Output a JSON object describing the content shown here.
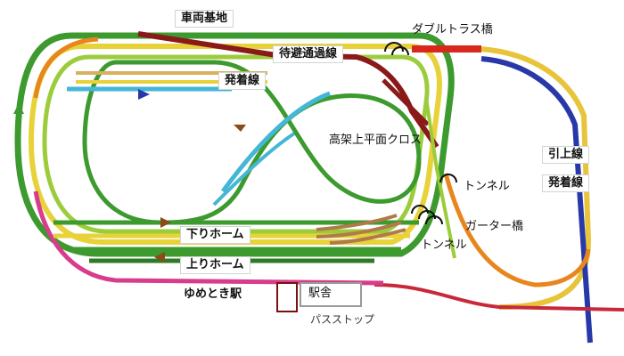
{
  "labels": {
    "depot": "車両基地",
    "passing_track": "待避通過線",
    "departure_track_left": "発着線",
    "double_truss_bridge": "ダブルトラス橋",
    "elevated_crossing": "高架上平面クロス",
    "tunnel_upper": "トンネル",
    "girder_bridge": "ガーター橋",
    "tunnel_lower": "トンネル",
    "down_platform": "下りホーム",
    "up_platform": "上りホーム",
    "station_name": "ゆめとき駅",
    "station_building": "駅舎",
    "bus_stop": "パスストップ",
    "headshunt": "引上線",
    "departure_track_right": "発着線"
  },
  "colors": {
    "green": "#3c9a2e",
    "light_green": "#9ccc3c",
    "yellow": "#e8d23a",
    "orange": "#e8861e",
    "red": "#d8281e",
    "dark_red": "#8a1a1a",
    "blue": "#2838a8",
    "cyan": "#44b6d6",
    "pink": "#d83c8c",
    "brown": "#b07a4a",
    "tan": "#d8b060"
  },
  "icons": [
    "tunnel-portal-icon",
    "direction-arrow-icon"
  ]
}
